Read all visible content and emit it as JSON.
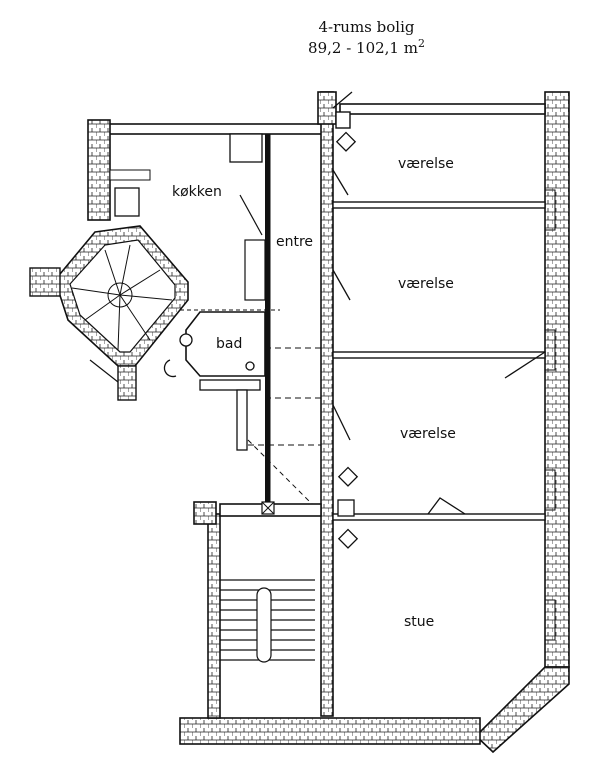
{
  "title": {
    "line1": "4-rums bolig",
    "line2": "89,2 - 102,1 m",
    "line2_sup": "2"
  },
  "rooms": {
    "kitchen": "køkken",
    "hall": "entre",
    "bath": "bad",
    "room1": "værelse",
    "room2": "værelse",
    "room3": "værelse",
    "living": "stue"
  }
}
